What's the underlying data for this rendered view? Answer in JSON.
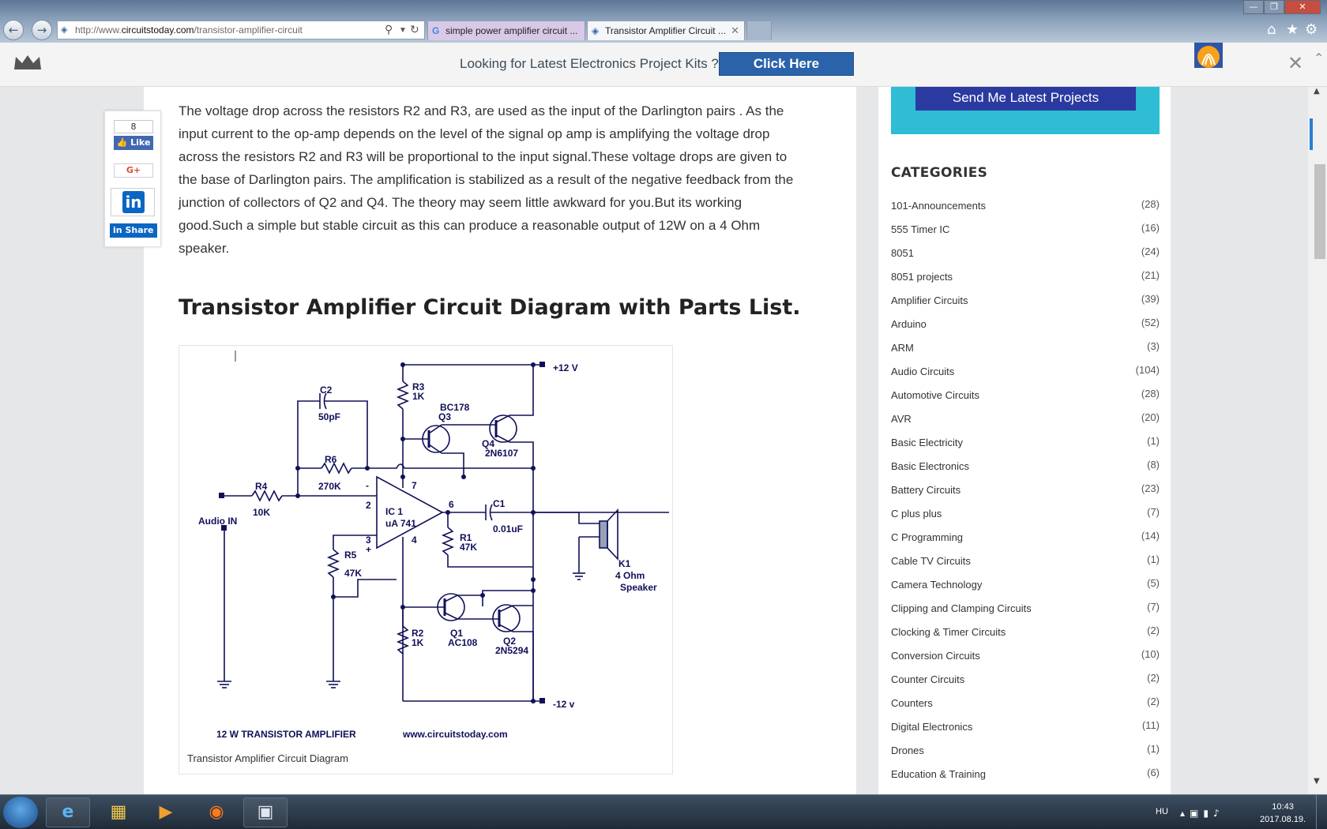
{
  "browser": {
    "address_prefix": "http://www.",
    "address_domain": "circuitstoday.com",
    "address_path": "/transistor-amplifier-circuit",
    "tabs": [
      {
        "title": "simple power amplifier circuit ..."
      },
      {
        "title": "Transistor Amplifier Circuit ..."
      }
    ]
  },
  "promo": {
    "text": "Looking for Latest Electronics Project Kits ?",
    "button": "Click Here"
  },
  "share": {
    "fb_count": "8",
    "fb_like": "Like",
    "gplus": "G+",
    "linkedin_share": "Share"
  },
  "article": {
    "paragraph": "The voltage drop across the resistors R2 and R3, are used as the input of the Darlington pairs . As the input current to the op-amp depends on the level of the signal op amp is amplifying the voltage drop across the resistors R2 and R3 will be proportional to the input signal.These voltage drops are given to the base of Darlington pairs. The amplification is stabilized as a result of the negative feedback from the junction of collectors of Q2 and Q4. The theory may seem little awkward for you.But its working good.Such a simple but stable circuit as this can produce a reasonable output of 12W on a 4 Ohm speaker.",
    "heading": "Transistor Amplifier Circuit Diagram with Parts List.",
    "caption": "Transistor Amplifier Circuit Diagram"
  },
  "diagram": {
    "labels": {
      "vplus": "+12 V",
      "vminus": "-12 v",
      "r3": "R3",
      "r3v": "1K",
      "bc178": "BC178",
      "q3": "Q3",
      "q4": "Q4",
      "q4v": "2N6107",
      "c2": "C2",
      "c2v": "50pF",
      "r6": "R6",
      "r6v": "270K",
      "r4": "R4",
      "r4v": "10K",
      "audio_in": "Audio IN",
      "pin_minus": "-",
      "pin7": "7",
      "pin2": "2",
      "pin6": "6",
      "pin3": "3",
      "pin_plus": "+",
      "pin4": "4",
      "ic1": "IC 1",
      "ic1v": "uA 741",
      "c1": "C1",
      "c1v": "0.01uF",
      "r1": "R1",
      "r1v": "47K",
      "r5": "R5",
      "r5v": "47K",
      "k1": "K1",
      "k1v": "4 Ohm",
      "k1s": "Speaker",
      "r2": "R2",
      "r2v": "1K",
      "q1": "Q1",
      "q1v": "AC108",
      "q2": "Q2",
      "q2v": "2N5294",
      "footer_left": "12 W TRANSISTOR AMPLIFIER",
      "footer_right": "www.circuitstoday.com"
    }
  },
  "sidebar": {
    "button": "Send Me Latest Projects",
    "categories_title": "CATEGORIES",
    "categories": [
      {
        "name": "101-Announcements",
        "count": "(28)"
      },
      {
        "name": "555 Timer IC",
        "count": "(16)"
      },
      {
        "name": "8051",
        "count": "(24)"
      },
      {
        "name": "8051 projects",
        "count": "(21)"
      },
      {
        "name": "Amplifier Circuits",
        "count": "(39)"
      },
      {
        "name": "Arduino",
        "count": "(52)"
      },
      {
        "name": "ARM",
        "count": "(3)"
      },
      {
        "name": "Audio Circuits",
        "count": "(104)"
      },
      {
        "name": "Automotive Circuits",
        "count": "(28)"
      },
      {
        "name": "AVR",
        "count": "(20)"
      },
      {
        "name": "Basic Electricity",
        "count": "(1)"
      },
      {
        "name": "Basic Electronics",
        "count": "(8)"
      },
      {
        "name": "Battery Circuits",
        "count": "(23)"
      },
      {
        "name": "C plus plus",
        "count": "(7)"
      },
      {
        "name": "C Programming",
        "count": "(14)"
      },
      {
        "name": "Cable TV Circuits",
        "count": "(1)"
      },
      {
        "name": "Camera Technology",
        "count": "(5)"
      },
      {
        "name": "Clipping and Clamping Circuits",
        "count": "(7)"
      },
      {
        "name": "Clocking & Timer Circuits",
        "count": "(2)"
      },
      {
        "name": "Conversion Circuits",
        "count": "(10)"
      },
      {
        "name": "Counter Circuits",
        "count": "(2)"
      },
      {
        "name": "Counters",
        "count": "(2)"
      },
      {
        "name": "Digital Electronics",
        "count": "(11)"
      },
      {
        "name": "Drones",
        "count": "(1)"
      },
      {
        "name": "Education & Training",
        "count": "(6)"
      }
    ]
  },
  "taskbar": {
    "lang": "HU",
    "time": "10:43",
    "date": "2017.08.19."
  },
  "colors": {
    "promo_button": "#2a63aa",
    "subscribe_box": "#2ebdd4",
    "send_button": "#2b3aa0",
    "diagram_ink": "#10105a"
  }
}
